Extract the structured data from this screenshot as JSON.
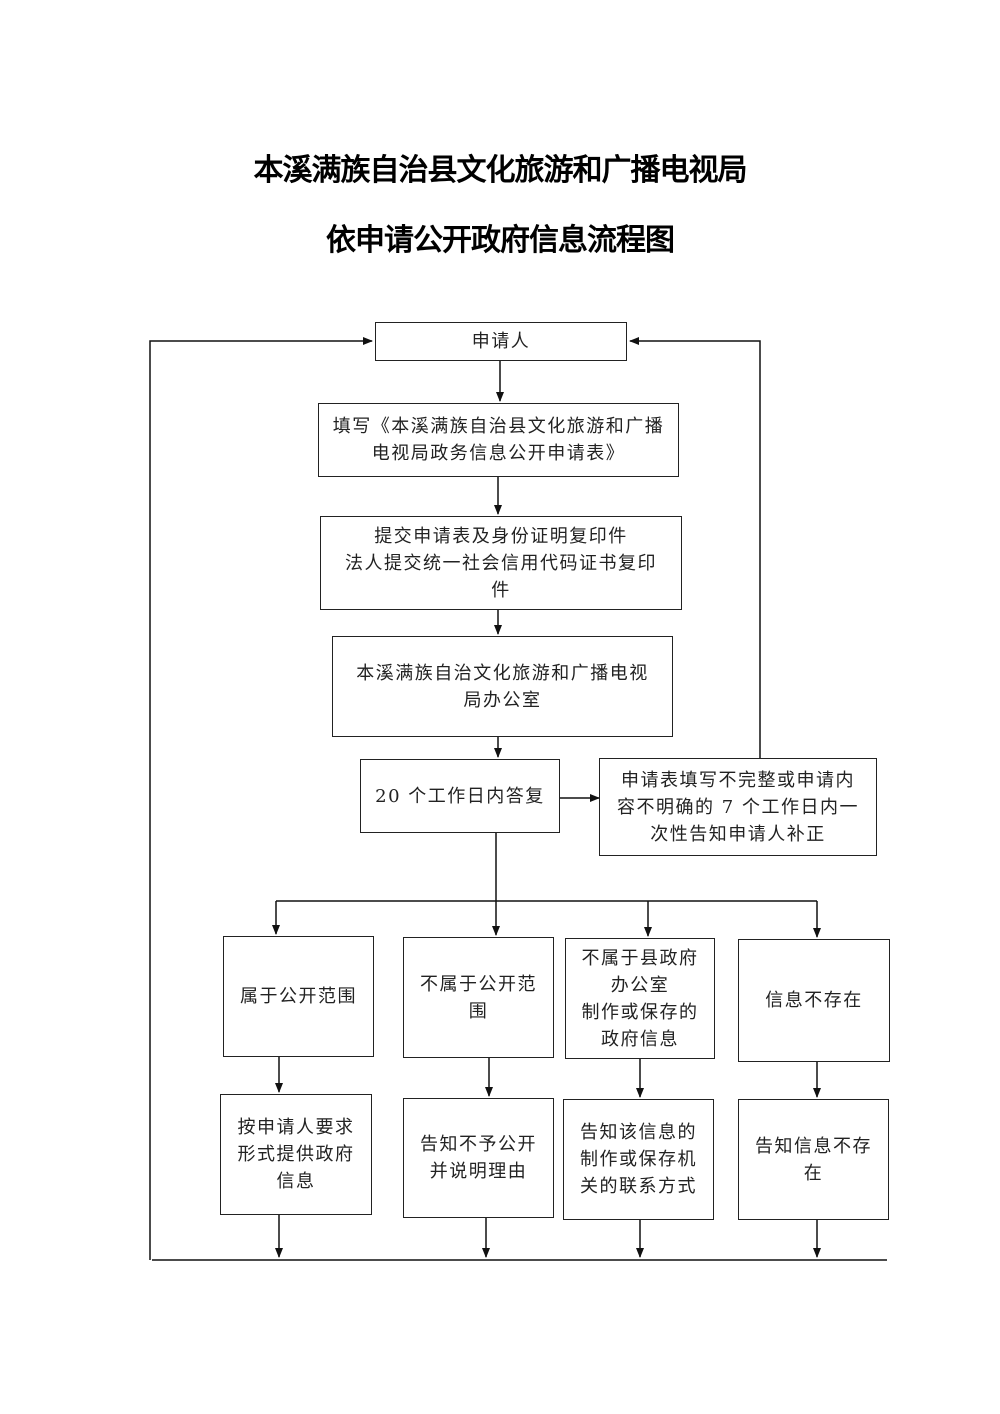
{
  "title": {
    "line1": "本溪满族自治县文化旅游和广播电视局",
    "line2": "依申请公开政府信息流程图"
  },
  "nodes": {
    "applicant": "申请人",
    "fill_form": "填写《本溪满族自治县文化旅游和广播\n电视局政务信息公开申请表》",
    "submit": "提交申请表及身份证明复印件\n法人提交统一社会信用代码证书复印\n件",
    "office": "本溪满族自治文化旅游和广播电视\n局办公室",
    "reply": "20 个工作日内答复",
    "incomplete": "申请表填写不完整或申请内\n容不明确的 7 个工作日内一\n次性告知申请人补正",
    "cat_public": "属于公开范围",
    "cat_not_public": "不属于公开范\n围",
    "cat_not_office": "不属于县政府\n办公室\n制作或保存的\n政府信息",
    "cat_not_exist": "信息不存在",
    "res_provide": "按申请人要求\n形式提供政府\n信息",
    "res_refuse": "告知不予公开\n并说明理由",
    "res_contact": "告知该信息的\n制作或保存机\n关的联系方式",
    "res_not_exist": "告知信息不存\n在"
  }
}
